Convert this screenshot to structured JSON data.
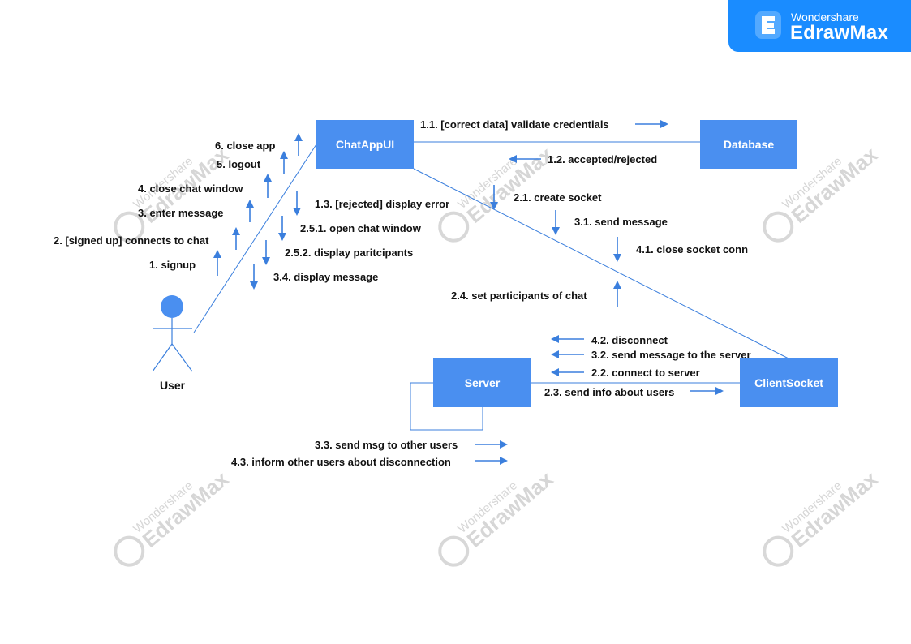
{
  "brand": {
    "company": "Wondershare",
    "product": "EdrawMax",
    "color": "#1a8cff"
  },
  "watermark": {
    "company": "Wondershare",
    "product": "EdrawMax"
  },
  "actor": {
    "label": "User"
  },
  "objects": {
    "chatappui": "ChatAppUI",
    "database": "Database",
    "server": "Server",
    "clientsocket": "ClientSocket"
  },
  "messages": {
    "m6": "6. close app",
    "m5": "5. logout",
    "m4": "4. close chat window",
    "m3": "3. enter message",
    "m2": "2. [signed up] connects to chat",
    "m1": "1. signup",
    "m13": "1.3. [rejected] display error",
    "m251": "2.5.1. open chat window",
    "m252": "2.5.2. display paritcipants",
    "m34": "3.4. display message",
    "m11": "1.1. [correct data] validate credentials",
    "m12": "1.2. accepted/rejected",
    "m21": "2.1. create socket",
    "m31": "3.1. send message",
    "m41": "4.1. close socket conn",
    "m24": "2.4. set participants of chat",
    "m42": "4.2. disconnect",
    "m32": "3.2. send message to the server",
    "m22": "2.2. connect to server",
    "m23": "2.3. send info about users",
    "m33": "3.3. send msg to other users",
    "m43": "4.3. inform other users about disconnection"
  },
  "colors": {
    "box": "#4a8ff0",
    "line": "#3b7fdd",
    "arrow": "#3b7fdd"
  }
}
